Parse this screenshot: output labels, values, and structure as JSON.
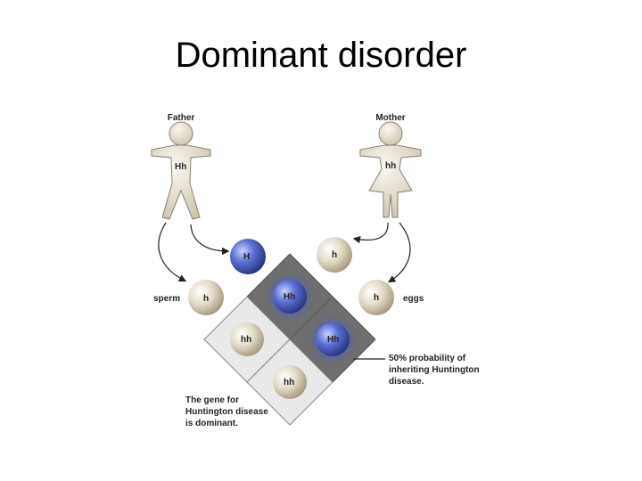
{
  "title": "Dominant disorder",
  "parents": {
    "father": {
      "label": "Father",
      "genotype": "Hh"
    },
    "mother": {
      "label": "Mother",
      "genotype": "hh"
    }
  },
  "gametes": {
    "sperm_label": "sperm",
    "eggs_label": "eggs",
    "sperm_alleles": [
      "H",
      "h"
    ],
    "egg_alleles": [
      "h",
      "h"
    ]
  },
  "offspring": [
    "Hh",
    "Hh",
    "hh",
    "hh"
  ],
  "annotations": {
    "probability": [
      "50% probability of",
      "inheriting Huntington",
      "disease."
    ],
    "gene_note": [
      "The gene for",
      "Huntington disease",
      "is dominant."
    ]
  },
  "colors": {
    "dominant": "#4a5fc4",
    "recessive": "#dcd2bd",
    "affected_square": "#6e6e6e",
    "unaffected_square": "#e9e9e9"
  }
}
